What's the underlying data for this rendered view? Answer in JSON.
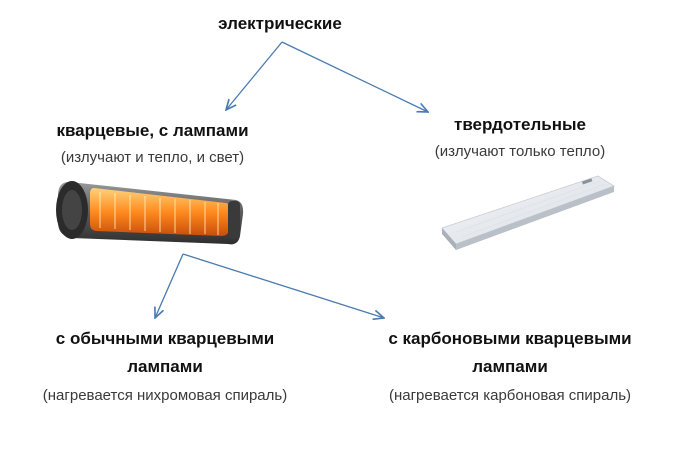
{
  "diagram": {
    "root": {
      "title": "электрические"
    },
    "branch_quartz": {
      "title": "кварцевые, с лампами",
      "subtitle": "(излучают и тепло, и свет)"
    },
    "branch_solid": {
      "title": "твердотельные",
      "subtitle": "(излучают только тепло)"
    },
    "leaf_regular": {
      "title_line1": "с обычными кварцевыми",
      "title_line2": "лампами",
      "subtitle": "(нагревается нихромовая спираль)"
    },
    "leaf_carbon": {
      "title_line1": "с карбоновыми кварцевыми",
      "title_line2": "лампами",
      "subtitle": "(нагревается карбоновая спираль)"
    }
  },
  "colors": {
    "arrow": "#4a7bb0",
    "text": "#111111",
    "glow": "#ff9a2a"
  }
}
